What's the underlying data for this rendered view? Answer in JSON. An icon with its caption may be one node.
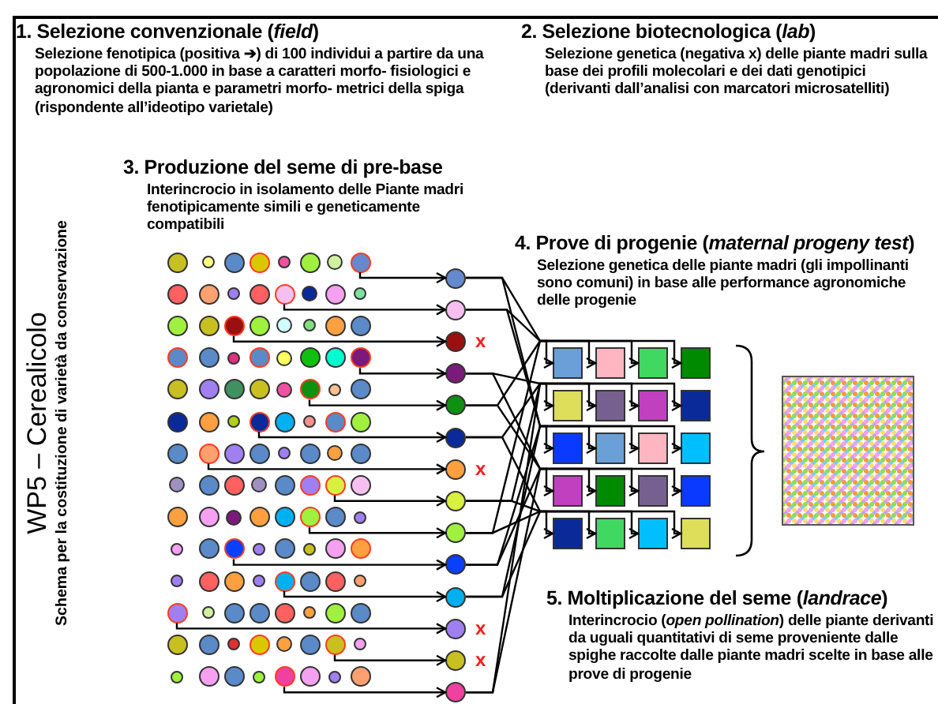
{
  "diagram": {
    "title": "WP5 – Cerealicolo",
    "nodes": [
      {
        "text": [],
        "shape": "circle"
      },
      {
        "text": [],
        "shape": "circle"
      },
      {
        "text": [],
        "shape": "circle"
      },
      {
        "text": [],
        "shape": "circle"
      },
      {
        "text": [],
        "shape": "circle"
      },
      {
        "text": [],
        "shape": "circle"
      },
      {
        "text": [],
        "shape": "circle"
      },
      {
        "text": [],
        "shape": "circle"
      },
      {
        "text": [],
        "shape": "circle"
      },
      {
        "text": [],
        "shape": "circle"
      },
      {
        "text": [],
        "shape": "circle"
      },
      {
        "text": [],
        "shape": "circle"
      },
      {
        "text": [],
        "shape": "circle"
      },
      {
        "text": [],
        "shape": "circle"
      },
      {
        "text": [],
        "shape": "circle"
      },
      {
        "text": [],
        "shape": "circle"
      },
      {
        "text": [],
        "shape": "circle"
      },
      {
        "text": [],
        "shape": "circle"
      },
      {
        "text": [],
        "shape": "circle"
      },
      {
        "text": [],
        "shape": "circle"
      },
      {
        "text": [],
        "shape": "circle"
      },
      {
        "text": [],
        "shape": "circle"
      },
      {
        "text": [],
        "shape": "circle"
      },
      {
        "text": [],
        "shape": "circle"
      },
      {
        "text": [],
        "shape": "circle"
      },
      {
        "text": [],
        "shape": "circle"
      },
      {
        "text": [],
        "shape": "circle"
      },
      {
        "text": [],
        "shape": "circle"
      },
      {
        "text": [],
        "shape": "circle"
      },
      {
        "text": [],
        "shape": "circle"
      },
      {
        "text": [],
        "shape": "circle"
      },
      {
        "text": [],
        "shape": "circle"
      },
      {
        "text": [],
        "shape": "circle"
      },
      {
        "text": [],
        "shape": "circle"
      },
      {
        "text": [],
        "shape": "circle"
      },
      {
        "text": [],
        "shape": "circle"
      },
      {
        "text": [],
        "shape": "circle"
      },
      {
        "text": [],
        "shape": "circle"
      },
      {
        "text": [],
        "shape": "circle"
      },
      {
        "text": [],
        "shape": "circle"
      },
      {
        "text": [],
        "shape": "circle"
      },
      {
        "text": [],
        "shape": "circle"
      },
      {
        "text": [],
        "shape": "circle"
      },
      {
        "text": [],
        "shape": "circle"
      },
      {
        "text": [],
        "shape": "circle"
      },
      {
        "text": [],
        "shape": "circle"
      },
      {
        "text": [],
        "shape": "circle"
      },
      {
        "text": [],
        "shape": "circle"
      },
      {
        "text": [],
        "shape": "circle"
      },
      {
        "text": [],
        "shape": "circle"
      },
      {
        "text": [],
        "shape": "circle"
      },
      {
        "text": [],
        "shape": "circle"
      },
      {
        "text": [],
        "shape": "circle"
      },
      {
        "text": [],
        "shape": "circle"
      },
      {
        "text": [],
        "shape": "circle"
      },
      {
        "text": [],
        "shape": "circle"
      },
      {
        "text": [],
        "shape": "circle"
      },
      {
        "text": [],
        "shape": "circle"
      },
      {
        "text": [],
        "shape": "circle"
      },
      {
        "text": [],
        "shape": "circle"
      },
      {
        "text": [],
        "shape": "circle"
      },
      {
        "text": [],
        "shape": "circle"
      },
      {
        "text": [],
        "shape": "circle"
      },
      {
        "text": [],
        "shape": "circle"
      },
      {
        "text": [],
        "shape": "circle"
      },
      {
        "text": [],
        "shape": "circle"
      },
      {
        "text": [],
        "shape": "circle"
      },
      {
        "text": [],
        "shape": "circle"
      },
      {
        "text": [],
        "shape": "circle"
      },
      {
        "text": [],
        "shape": "circle"
      },
      {
        "text": [],
        "shape": "circle"
      },
      {
        "text": [],
        "shape": "circle"
      },
      {
        "text": [],
        "shape": "circle"
      },
      {
        "text": [],
        "shape": "circle"
      },
      {
        "text": [],
        "shape": "circle"
      },
      {
        "text": [],
        "shape": "circle"
      },
      {
        "text": [],
        "shape": "circle"
      },
      {
        "text": [],
        "shape": "circle"
      },
      {
        "text": [],
        "shape": "circle"
      },
      {
        "text": [],
        "shape": "circle"
      },
      {
        "text": [],
        "shape": "circle"
      },
      {
        "text": [],
        "shape": "circle"
      },
      {
        "text": [],
        "shape": "circle"
      },
      {
        "text": [],
        "shape": "circle"
      },
      {
        "text": [],
        "shape": "circle"
      },
      {
        "text": [],
        "shape": "circle"
      },
      {
        "text": [],
        "shape": "circle"
      },
      {
        "text": [],
        "shape": "circle"
      },
      {
        "text": [],
        "shape": "circle"
      },
      {
        "text": [],
        "shape": "circle"
      },
      {
        "text": [],
        "shape": "circle"
      },
      {
        "text": [],
        "shape": "circle"
      },
      {
        "text": [],
        "shape": "circle"
      },
      {
        "text": [],
        "shape": "circle"
      },
      {
        "text": [],
        "shape": "circle"
      },
      {
        "text": [],
        "shape": "circle"
      },
      {
        "text": [],
        "shape": "circle"
      },
      {
        "text": [],
        "shape": "circle"
      },
      {
        "text": [],
        "shape": "circle"
      },
      {
        "text": [],
        "shape": "circle"
      },
      {
        "text": [],
        "shape": "circle"
      },
      {
        "text": [],
        "shape": "circle"
      },
      {
        "text": [],
        "shape": "circle"
      },
      {
        "text": [],
        "shape": "circle"
      },
      {
        "text": [],
        "shape": "circle"
      },
      {
        "text": [],
        "shape": "circle"
      },
      {
        "text": [],
        "shape": "circle"
      },
      {
        "text": [],
        "shape": "circle"
      },
      {
        "text": [],
        "shape": "circle"
      },
      {
        "text": [],
        "shape": "circle"
      },
      {
        "text": [],
        "shape": "circle"
      },
      {
        "text": [],
        "shape": "circle"
      },
      {
        "text": [],
        "shape": "circle"
      },
      {
        "text": [],
        "shape": "circle"
      },
      {
        "text": [],
        "shape": "circle",
        "beside": [
          "x"
        ]
      },
      {
        "text": [],
        "shape": "circle"
      },
      {
        "text": [],
        "shape": "circle"
      },
      {
        "text": [],
        "shape": "circle"
      },
      {
        "text": [],
        "shape": "circle",
        "beside": [
          "x"
        ]
      },
      {
        "text": [],
        "shape": "circle"
      },
      {
        "text": [],
        "shape": "circle"
      },
      {
        "text": [],
        "shape": "circle"
      },
      {
        "text": [],
        "shape": "circle"
      },
      {
        "text": [],
        "shape": "circle",
        "beside": [
          "x"
        ]
      },
      {
        "text": [],
        "shape": "circle",
        "beside": [
          "x"
        ]
      },
      {
        "text": [],
        "shape": "circle"
      },
      {
        "text": [],
        "shape": "box"
      },
      {
        "text": [],
        "shape": "box"
      },
      {
        "text": [],
        "shape": "box"
      },
      {
        "text": [],
        "shape": "box"
      },
      {
        "text": [],
        "shape": "box"
      },
      {
        "text": [],
        "shape": "box"
      },
      {
        "text": [],
        "shape": "box"
      },
      {
        "text": [],
        "shape": "box"
      },
      {
        "text": [],
        "shape": "box"
      },
      {
        "text": [],
        "shape": "box"
      },
      {
        "text": [],
        "shape": "box"
      },
      {
        "text": [],
        "shape": "box"
      },
      {
        "text": [],
        "shape": "box"
      },
      {
        "text": [],
        "shape": "box"
      },
      {
        "text": [],
        "shape": "box"
      },
      {
        "text": [],
        "shape": "box"
      },
      {
        "text": [],
        "shape": "box"
      },
      {
        "text": [],
        "shape": "box"
      },
      {
        "text": [],
        "shape": "box"
      },
      {
        "text": [],
        "shape": "box"
      },
      {
        "text": [],
        "shape": "box"
      }
    ],
    "edges": [
      {
        "from": 7,
        "to": 112,
        "arrow": "to"
      },
      {
        "from": 12,
        "to": 113,
        "arrow": "to"
      },
      {
        "from": 18,
        "to": 114,
        "arrow": "to"
      },
      {
        "from": 31,
        "to": 115,
        "arrow": "to"
      },
      {
        "from": 37,
        "to": 116,
        "arrow": "to"
      },
      {
        "from": 43,
        "to": 117,
        "arrow": "to"
      },
      {
        "from": 49,
        "to": 118,
        "arrow": "to"
      },
      {
        "from": 62,
        "to": 119,
        "arrow": "to"
      },
      {
        "from": 69,
        "to": 120,
        "arrow": "to"
      },
      {
        "from": 74,
        "to": 121,
        "arrow": "to"
      },
      {
        "from": 84,
        "to": 122,
        "arrow": "to"
      },
      {
        "from": 88,
        "to": 123,
        "arrow": "to"
      },
      {
        "from": 102,
        "to": 124,
        "arrow": "to"
      },
      {
        "from": 108,
        "to": 125,
        "arrow": "to"
      },
      {
        "from": 112,
        "to": 126,
        "arrow": "to"
      },
      {
        "from": 112,
        "to": 135,
        "arrow": "to"
      },
      {
        "from": 113,
        "to": 127,
        "arrow": "to"
      },
      {
        "from": 113,
        "to": 136,
        "arrow": "to"
      },
      {
        "from": 115,
        "to": 131,
        "arrow": "to"
      },
      {
        "from": 115,
        "to": 140,
        "arrow": "to"
      },
      {
        "from": 116,
        "to": 129,
        "arrow": "to"
      },
      {
        "from": 116,
        "to": 139,
        "arrow": "to"
      },
      {
        "from": 117,
        "to": 133,
        "arrow": "to"
      },
      {
        "from": 117,
        "to": 142,
        "arrow": "to"
      },
      {
        "from": 119,
        "to": 130,
        "arrow": "to"
      },
      {
        "from": 119,
        "to": 145,
        "arrow": "to"
      },
      {
        "from": 120,
        "to": 128,
        "arrow": "to"
      },
      {
        "from": 120,
        "to": 143,
        "arrow": "to"
      },
      {
        "from": 121,
        "to": 134,
        "arrow": "to"
      },
      {
        "from": 121,
        "to": 141,
        "arrow": "to"
      },
      {
        "from": 122,
        "to": 137,
        "arrow": "to"
      },
      {
        "from": 122,
        "to": 144,
        "arrow": "to"
      },
      {
        "from": 125,
        "to": 132,
        "arrow": "to"
      },
      {
        "from": 125,
        "to": 138,
        "arrow": "to"
      }
    ],
    "labels": [
      "1. Selezione convenzionale (*field*)",
      "Selezione fenotipica (positiva ➔) di 100 individui a partire da una popolazione di 500-1.000 in base a caratteri morfo- fisiologici e agronomici della pianta e parametri morfo- metrici della spiga (rispondente all’ideotipo varietale)",
      "2. Selezione biotecnologica (*lab*)",
      "Selezione genetica (negativa x) delle piante madri sulla base dei profili molecolari e dei dati genotipici (derivanti dall’analisi con marcatori microsatelliti)",
      "3. Produzione del seme di pre-base",
      "Interincrocio in isolamento delle Piante madri fenotipicamente simili e geneticamente compatibili",
      "4. Prove di progenie (*maternal progeny test*)",
      "Selezione genetica delle piante madri (gli impollinanti sono comuni) in base alle performance agronomiche delle progenie",
      "5. Moltiplicazione del seme (*landrace*)",
      "Interincrocio (*open pollination*) delle piante derivanti da uguali quantitativi di seme proveniente dalle spighe raccolte dalle piante madri scelte in base alle prove di progenie",
      "Schema per la costituzione di varietà da conservazione"
    ]
  }
}
